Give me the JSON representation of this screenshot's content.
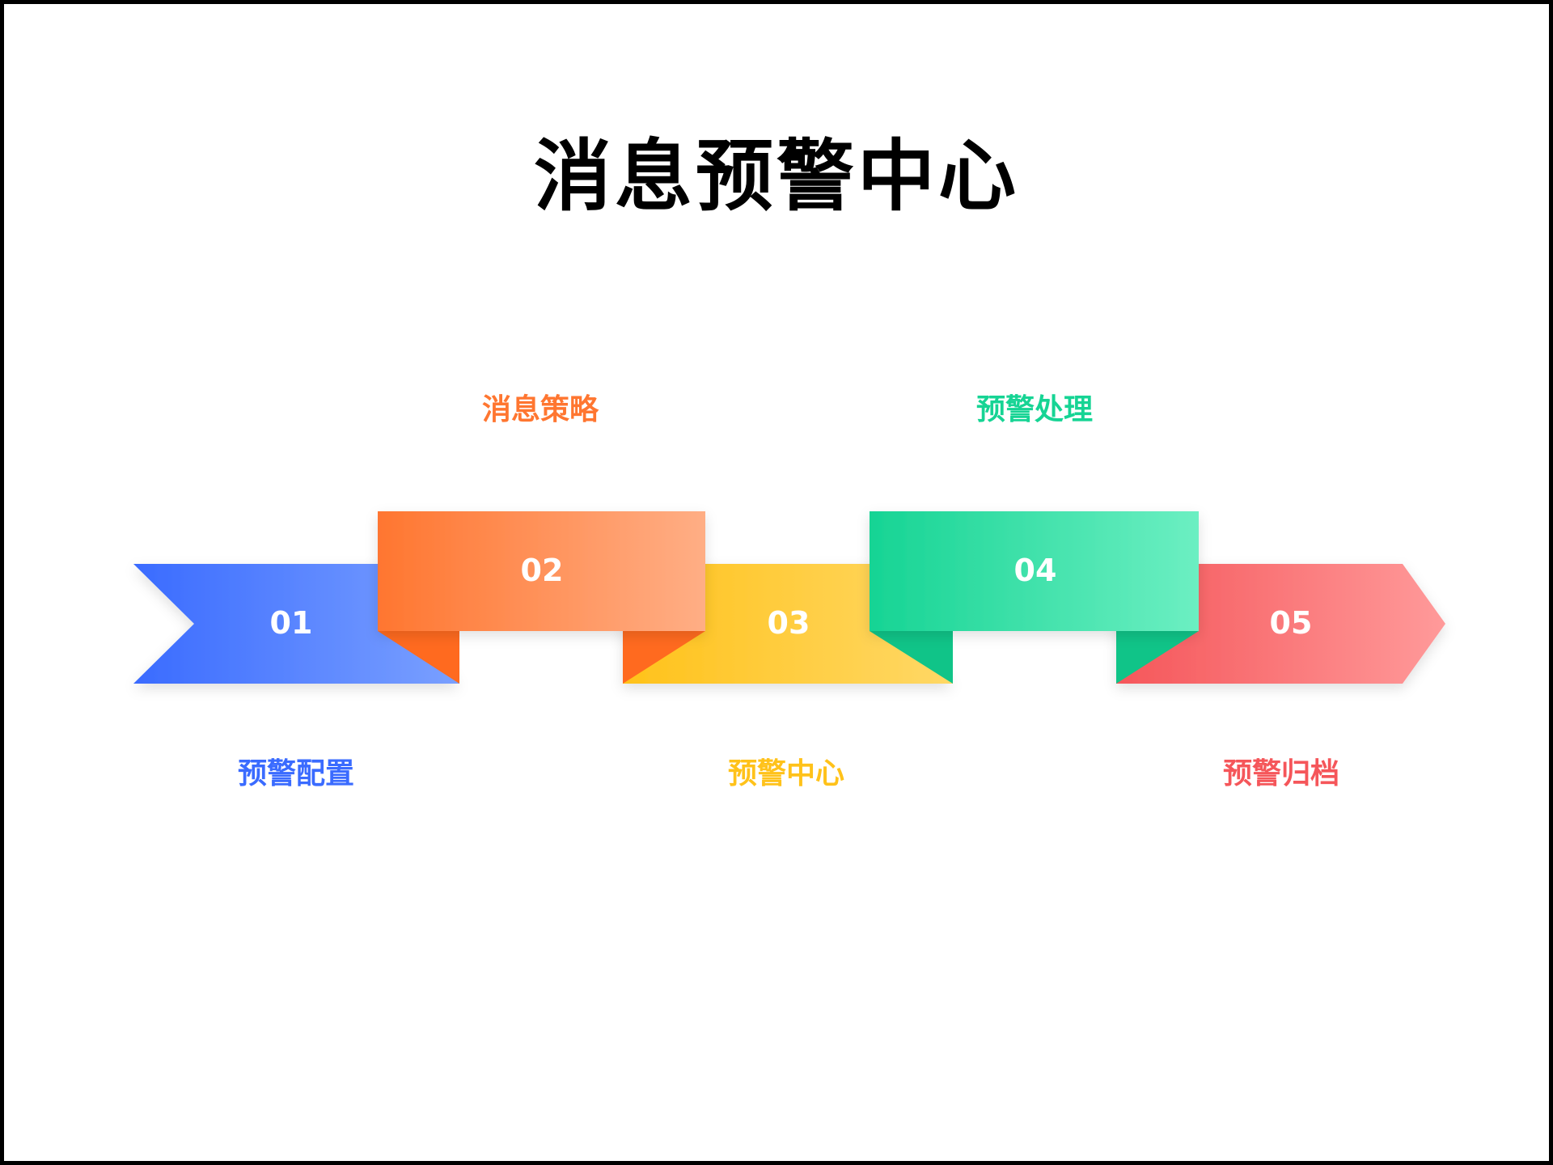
{
  "title": "消息预警中心",
  "steps": [
    {
      "number": "01",
      "label": "预警配置",
      "color": "#3A6BFF",
      "color_light": "#7AA0FF",
      "color_dark": "#2E5BE8"
    },
    {
      "number": "02",
      "label": "消息策略",
      "color": "#FF7630",
      "color_light": "#FFAE85",
      "color_dark": "#FF6A1F"
    },
    {
      "number": "03",
      "label": "预警中心",
      "color": "#FFC21A",
      "color_light": "#FFD866",
      "color_dark": "#FFB400"
    },
    {
      "number": "04",
      "label": "预警处理",
      "color": "#16D494",
      "color_light": "#6CEFC2",
      "color_dark": "#10C488"
    },
    {
      "number": "05",
      "label": "预警归档",
      "color": "#F5565A",
      "color_light": "#FF9A9A",
      "color_dark": "#E8484C"
    }
  ]
}
